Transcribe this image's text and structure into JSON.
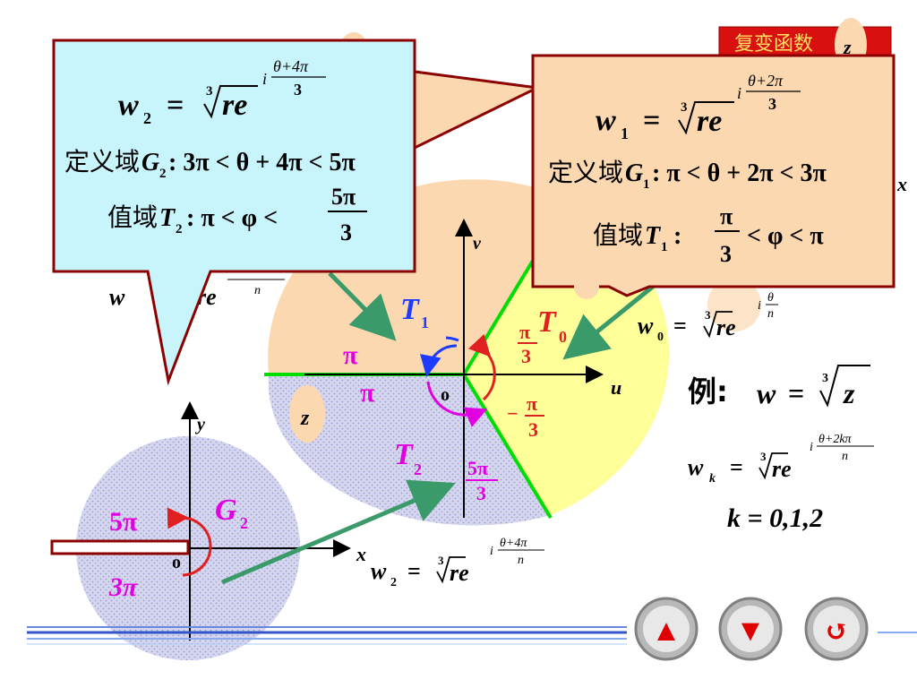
{
  "header": {
    "title": "复变函数"
  },
  "example": {
    "label": "例:",
    "w_label": "w",
    "equals": "=",
    "root_index": "3",
    "radicand": "z"
  },
  "general_formula": {
    "w_k": "w",
    "k_sub": "k",
    "equals": "=",
    "root_index": "3",
    "re": "re",
    "exp_i": "i",
    "exp_num": "θ+2kπ",
    "exp_den": "n",
    "k_values": "k = 0,1,2"
  },
  "w0_formula": {
    "w": "w",
    "sub": "0",
    "equals": "=",
    "root_index": "3",
    "re": "re",
    "exp_i": "i",
    "exp_num": "θ",
    "exp_den": "n"
  },
  "w2_small": {
    "w": "w",
    "sub": "2",
    "equals": "=",
    "root_index": "3",
    "re": "re",
    "exp_i": "i",
    "exp_num": "θ+4π",
    "exp_den": "n"
  },
  "w_partial": {
    "w": "w",
    "re": "re",
    "exp_den": "n"
  },
  "callout_w2": {
    "w": "w",
    "sub": "2",
    "equals": "=",
    "root_index": "3",
    "re": "re",
    "exp_i": "i",
    "exp_num": "θ+4π",
    "exp_den": "3",
    "domain_label": "定义域",
    "domain_G": "G",
    "domain_sub": "2",
    "domain_expr": ": 3π < θ + 4π < 5π",
    "range_label": "值域",
    "range_T": "T",
    "range_sub": "2",
    "range_expr": ":  π < φ <",
    "range_num": "5π",
    "range_den": "3"
  },
  "callout_w1": {
    "w": "w",
    "sub": "1",
    "equals": "=",
    "root_index": "3",
    "re": "re",
    "exp_i": "i",
    "exp_num": "θ+2π",
    "exp_den": "3",
    "domain_label": "定义域",
    "domain_G": "G",
    "domain_sub": "1",
    "domain_expr": ": π < θ + 2π < 3π",
    "range_label": "值域",
    "range_T": "T",
    "range_sub": "1",
    "range_colon": ":",
    "range_num": "π",
    "range_den": "3",
    "range_expr": "< φ < π"
  },
  "w_plane": {
    "u_axis": "u",
    "v_axis": "v",
    "origin": "o",
    "T0": "T",
    "T0_sub": "0",
    "T1": "T",
    "T1_sub": "1",
    "T2": "T",
    "T2_sub": "2",
    "pi_top": "π",
    "pi_bottom": "π",
    "angle_pos_num": "π",
    "angle_pos_den": "3",
    "angle_neg_sign": "−",
    "angle_neg_num": "π",
    "angle_neg_den": "3",
    "angle_5_num": "5π",
    "angle_5_den": "3",
    "z_badge": "z"
  },
  "z_plane": {
    "x_axis": "x",
    "y_axis": "y",
    "origin": "o",
    "G": "G",
    "G_sub": "2",
    "label_5pi": "5π",
    "label_3pi": "3π"
  },
  "top_right": {
    "z_badge": "z",
    "x_axis": "x"
  },
  "nav": {
    "prev": "▲",
    "next": "▼",
    "back": "↺"
  },
  "colors": {
    "callout_fill": "#c8f4fc",
    "callout_fill_2": "#ffcc99",
    "callout_border": "#8b0000",
    "green": "#00dd00",
    "arrow_green": "#3a9a6a",
    "blue": "#1e3cff",
    "magenta": "#e000e0",
    "red": "#e02020",
    "yellow": "#ffff99",
    "peach": "#fcd8b0"
  }
}
